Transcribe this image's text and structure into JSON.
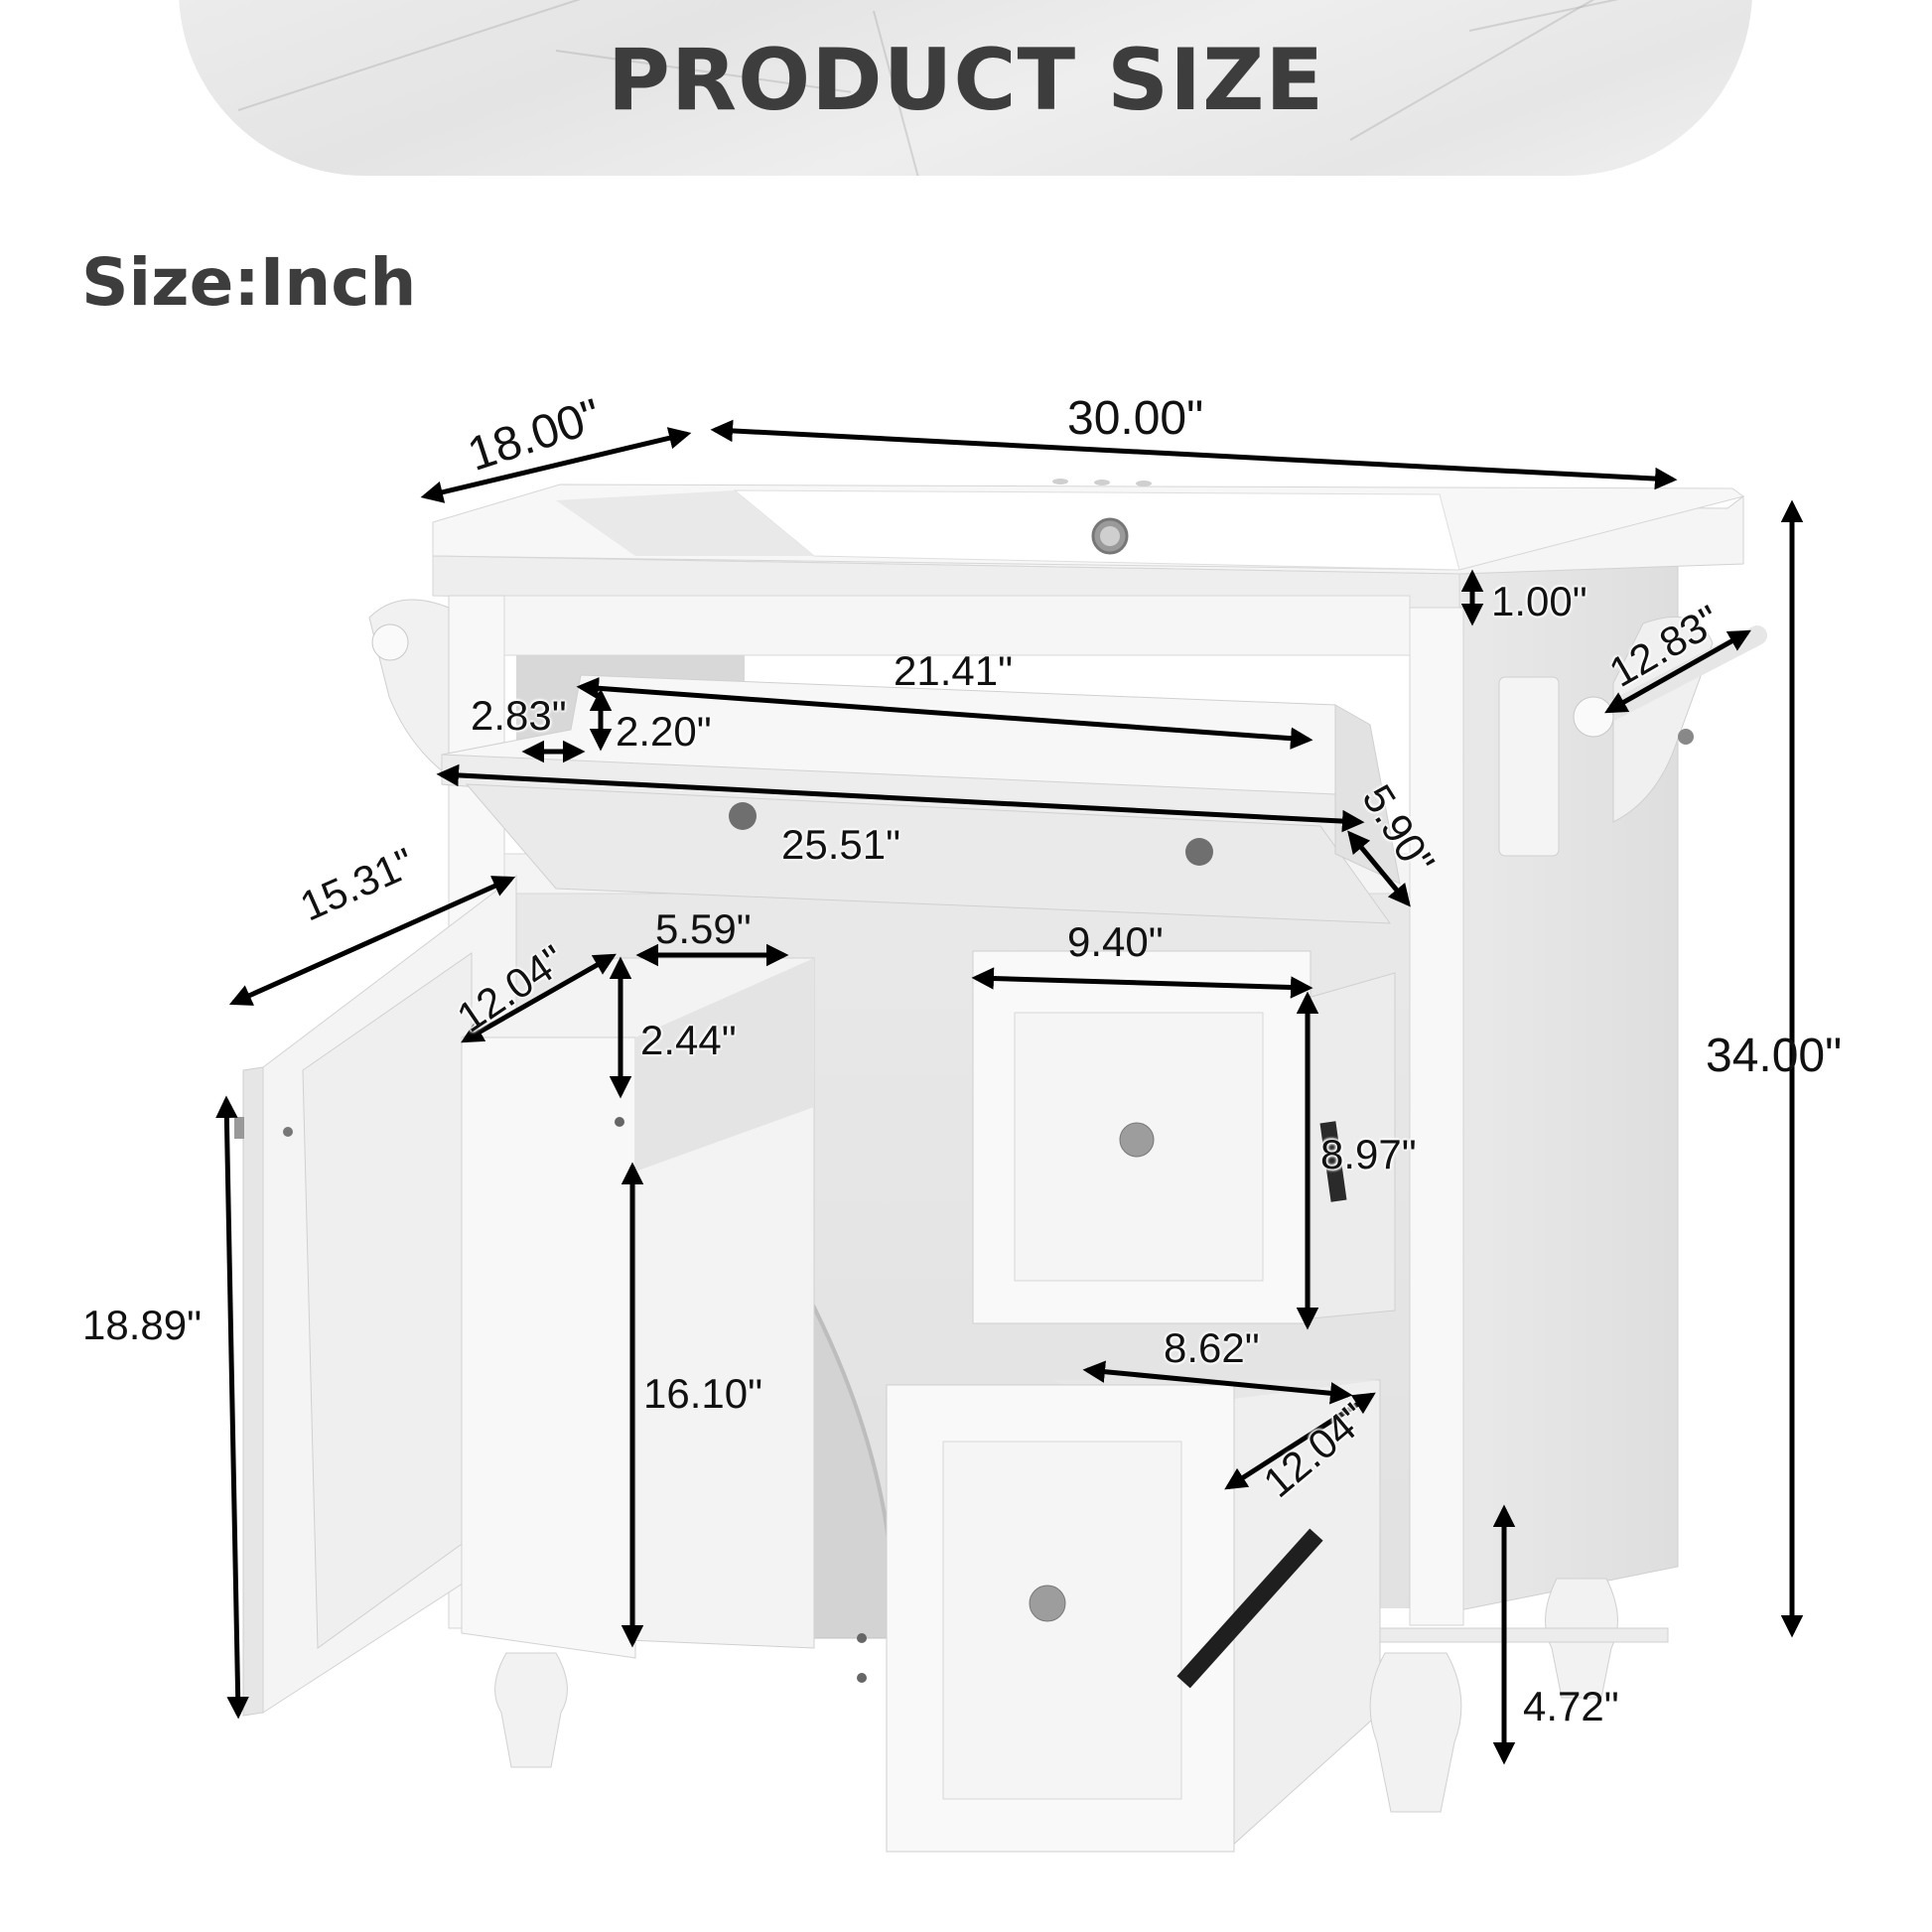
{
  "header": {
    "title": "PRODUCT SIZE",
    "units_label": "Size:Inch"
  },
  "colors": {
    "title_text": "#3d3d3d",
    "banner_bg": "#e8e8e8",
    "dimension_text": "#111111",
    "cabinet_white": "#f7f7f7",
    "cabinet_shade": "#dcdcdc"
  },
  "dimensions": {
    "depth_top": "18.00\"",
    "width_top": "30.00\"",
    "countertop_thickness": "1.00\"",
    "towel_bar_length": "12.83\"",
    "tilt_tray_inner_width": "21.41\"",
    "tilt_tray_depth": "2.83\"",
    "tilt_tray_height": "2.20\"",
    "tilt_drawer_width": "25.51\"",
    "tilt_drawer_height": "5.90\"",
    "door_width": "15.31\"",
    "shelf_depth": "12.04\"",
    "shelf_width": "5.59\"",
    "shelf_gap": "2.44\"",
    "upper_drawer_width": "9.40\"",
    "upper_drawer_height": "8.97\"",
    "total_height": "34.00\"",
    "door_height": "18.89\"",
    "open_area_height": "16.10\"",
    "lower_drawer_inner_width": "8.62\"",
    "lower_drawer_depth": "12.04\"",
    "leg_height": "4.72\""
  }
}
